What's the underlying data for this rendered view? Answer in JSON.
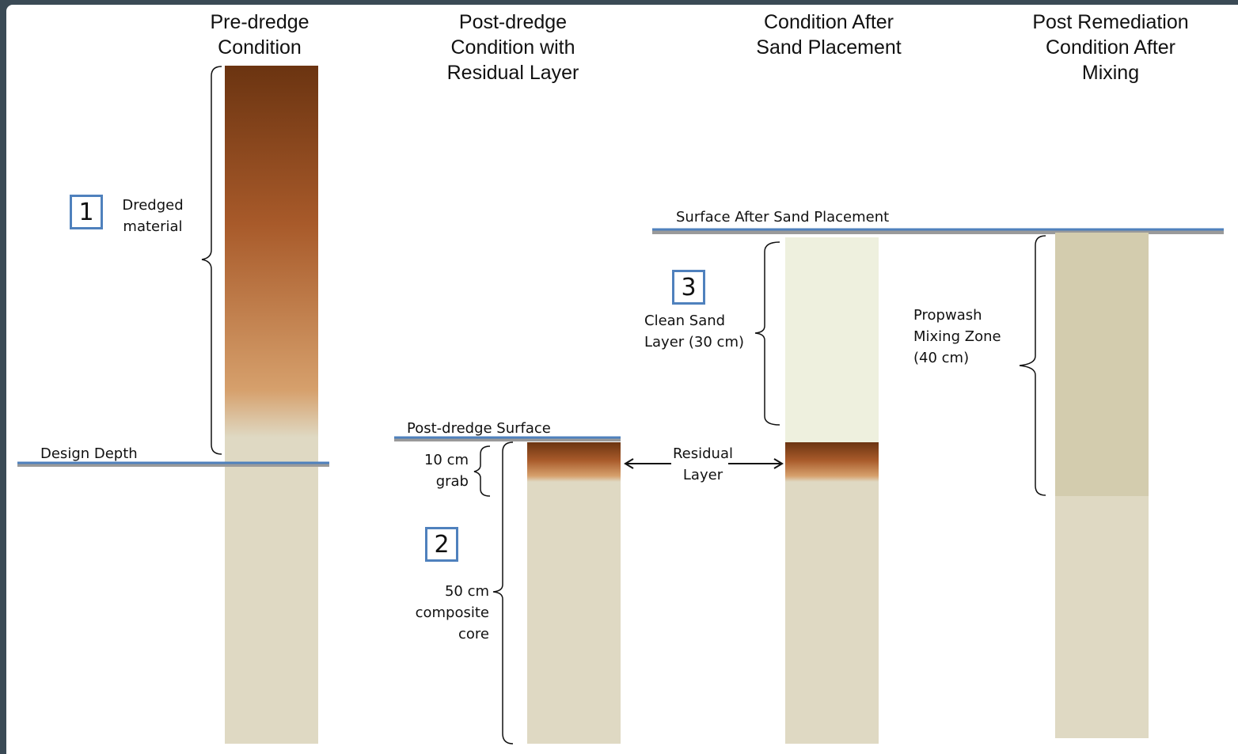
{
  "titles": {
    "pre_dredge": [
      "Pre-dredge",
      "Condition"
    ],
    "post_dredge": [
      "Post-dredge",
      "Condition with",
      "Residual Layer"
    ],
    "after_sand": [
      "Condition After",
      "Sand Placement"
    ],
    "post_remediation": [
      "Post Remediation",
      "Condition After",
      "Mixing"
    ]
  },
  "labels": {
    "dredged_material": [
      "Dredged",
      "material"
    ],
    "design_depth": "Design Depth",
    "post_dredge_surface": "Post-dredge Surface",
    "grab": [
      "10 cm",
      "grab"
    ],
    "composite_core": [
      "50 cm",
      "composite",
      "core"
    ],
    "residual_layer": [
      "Residual",
      "Layer"
    ],
    "surface_after_sand": "Surface After Sand Placement",
    "clean_sand": [
      "Clean Sand",
      "Layer (30 cm)"
    ],
    "propwash": [
      "Propwash",
      "Mixing Zone",
      "(40 cm)"
    ]
  },
  "markers": {
    "one": "1",
    "two": "2",
    "three": "3"
  },
  "colors": {
    "sediment_dark": "#6b3411",
    "sediment_mid": "#a85a2a",
    "sediment_light": "#d6a06c",
    "native_sediment": "#dfd9c3",
    "clean_sand": "#eef0de",
    "mixed_zone": "#d3ccae",
    "surface_line": "#4f81bd",
    "marker_border": "#4f81bd"
  }
}
